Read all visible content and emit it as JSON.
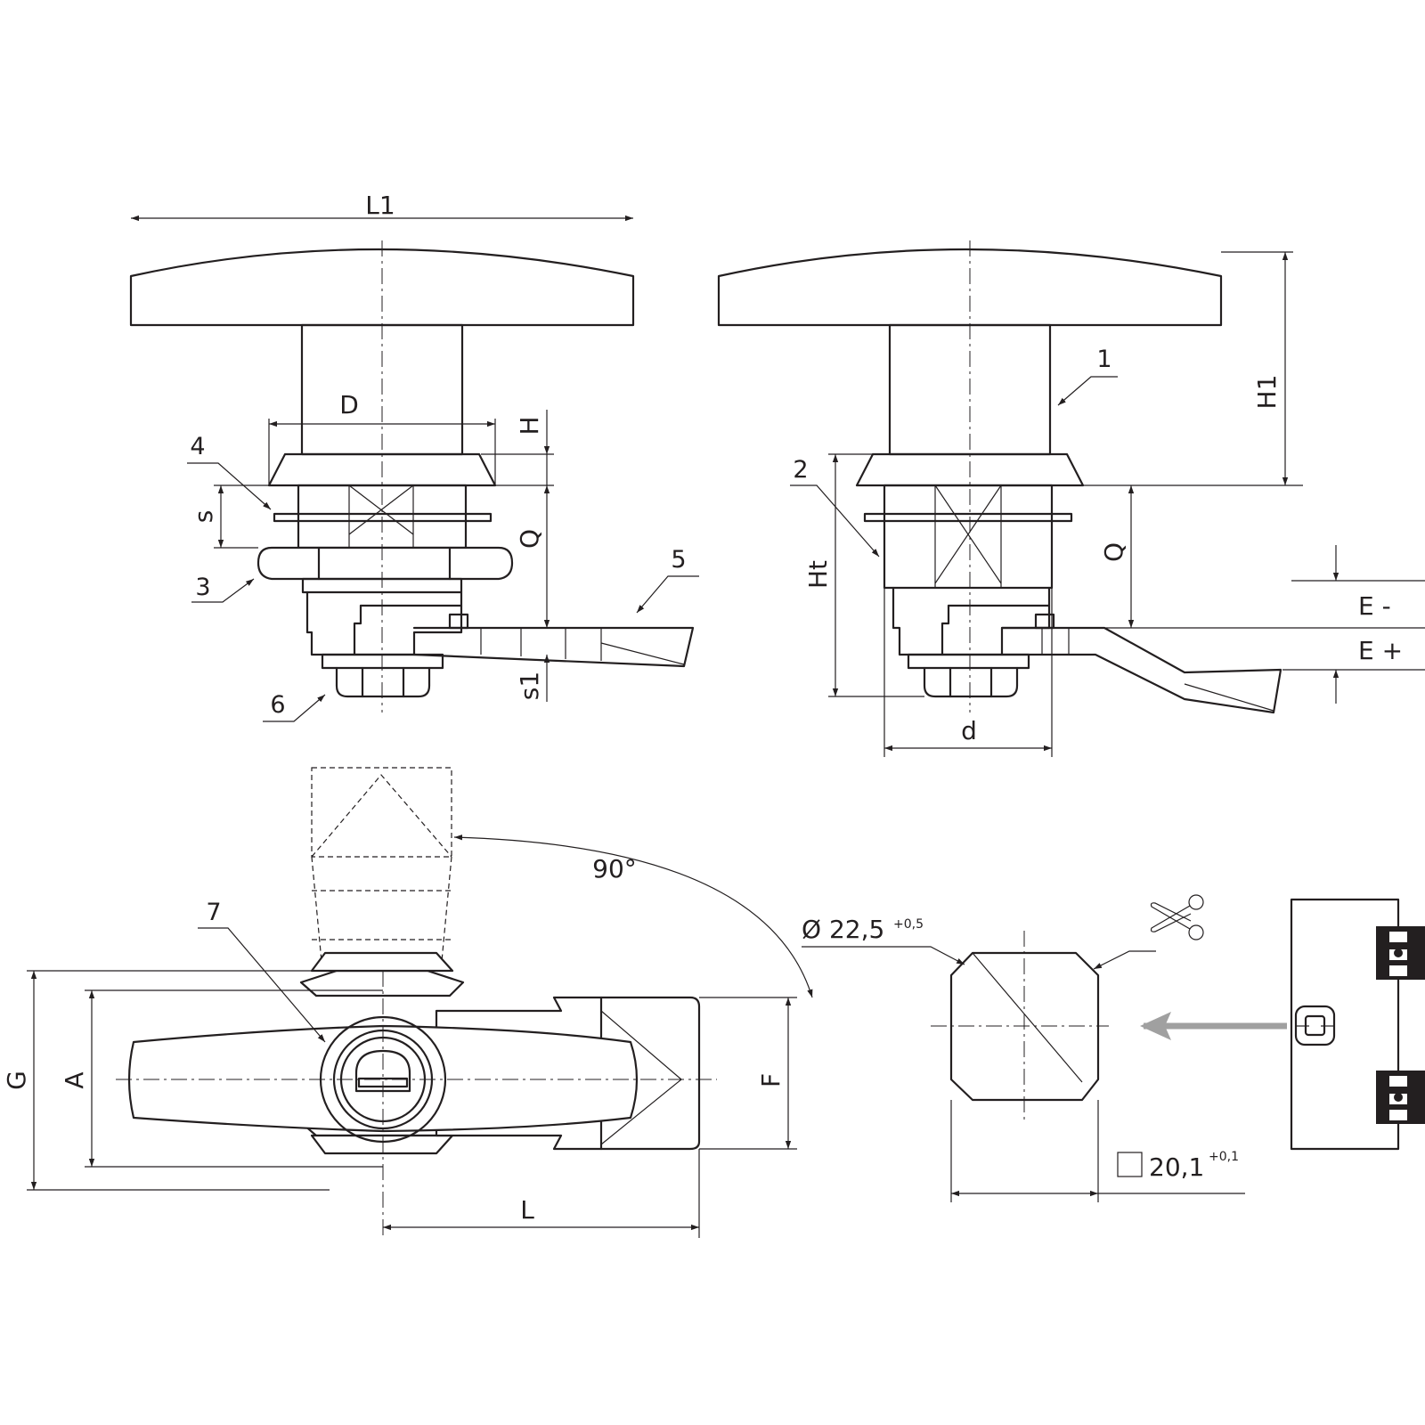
{
  "labels": {
    "L1": "L1",
    "D": "D",
    "H": "H",
    "s": "s",
    "Q": "Q",
    "s1": "s1",
    "H1": "H1",
    "Ht": "Ht",
    "d": "d",
    "E_minus": "E -",
    "E_plus": "E +",
    "G": "G",
    "A": "A",
    "F": "F",
    "L": "L",
    "angle": "90°"
  },
  "parts": {
    "p1": "1",
    "p2": "2",
    "p3": "3",
    "p4": "4",
    "p5": "5",
    "p6": "6",
    "p7": "7"
  },
  "cutout": {
    "diameter_prefix": "Ø 22,5",
    "diameter_tol": "+0,5",
    "square_value": "20,1",
    "square_tol": "+0,1"
  },
  "icons": [
    "scissors-icon",
    "arrow-left-icon",
    "square-symbol-icon"
  ]
}
